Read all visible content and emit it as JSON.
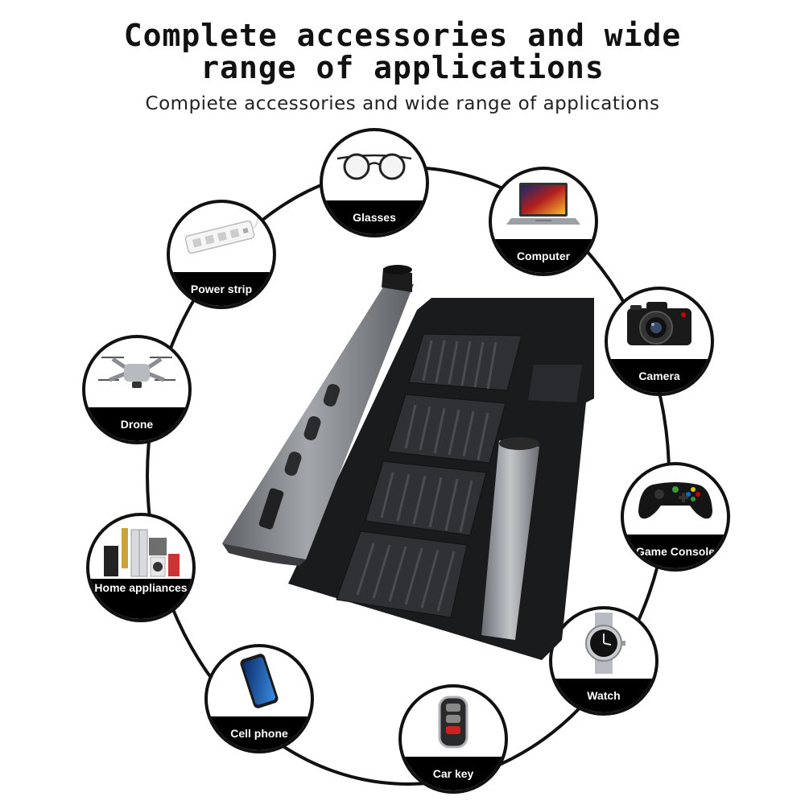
{
  "header": {
    "title_line1": "Complete accessories and wide",
    "title_line2": "range of applications",
    "subtitle": "Compiete accessories and wide range of applications"
  },
  "applications": [
    {
      "label": "Glasses",
      "icon": "glasses-icon"
    },
    {
      "label": "Computer",
      "icon": "laptop-icon"
    },
    {
      "label": "Camera",
      "icon": "camera-icon"
    },
    {
      "label": "Game Console",
      "icon": "gamepad-icon"
    },
    {
      "label": "Watch",
      "icon": "watch-icon"
    },
    {
      "label": "Car key",
      "icon": "car-key-icon"
    },
    {
      "label": "Cell phone",
      "icon": "phone-icon"
    },
    {
      "label": "Home appliances",
      "icon": "appliances-icon"
    },
    {
      "label": "Drone",
      "icon": "drone-icon"
    },
    {
      "label": "Power strip",
      "icon": "power-strip-icon"
    }
  ],
  "colors": {
    "ink": "#111111",
    "band": "#000000",
    "band_text": "#ffffff",
    "screwdriver_body": "#8e9094",
    "case": "#1c1d1f"
  }
}
